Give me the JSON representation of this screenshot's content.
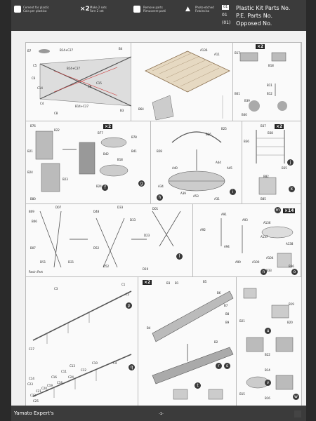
{
  "header": {
    "blocks": [
      {
        "mark": "◎",
        "lines": [
          "Cement for plastic",
          "Cola per plastica"
        ]
      },
      {
        "mark": "×2",
        "lines": [
          "Make 2 sets",
          "Fare 2 set"
        ]
      },
      {
        "mark": "⊡",
        "lines": [
          "Remove parts",
          "Rimuovere parti"
        ]
      },
      {
        "mark": "▲",
        "lines": [
          "Photo-etched",
          "Fotoinciso"
        ]
      }
    ],
    "legend": [
      {
        "key": "01",
        "label": "Plastic Kit Parts No."
      },
      {
        "key": "01",
        "label": "P.E. Parts No."
      },
      {
        "key": "(01)",
        "label": "Opposed No."
      }
    ]
  },
  "panels": {
    "p1": {
      "labels": [
        "B7",
        "B14+C27",
        "C5",
        "C6",
        "B14+C27",
        "C14",
        "C15",
        "C9",
        "C4",
        "B14+C27",
        "B4",
        "B3",
        "C8"
      ]
    },
    "p2": {
      "labels": [
        "A136",
        "A11",
        "B64"
      ]
    },
    "p3": {
      "labels": [
        "B17",
        "B18",
        "B39",
        "B40",
        "B11",
        "B12",
        "B61"
      ]
    },
    "p4": {
      "labels": [
        "B76",
        "B21",
        "B22",
        "B24",
        "B23",
        "B80",
        "B77",
        "B78",
        "B41",
        "B42",
        "B18",
        "B24"
      ],
      "steps": [
        "f",
        "g"
      ]
    },
    "p5": {
      "labels": [
        "B25",
        "B26",
        "B28",
        "A40",
        "A44",
        "A45",
        "A34",
        "A39",
        "A53",
        "A31"
      ],
      "steps": [
        "h",
        "i"
      ]
    },
    "p6": {
      "labels": [
        "B37",
        "B38",
        "B36",
        "B35",
        "B82",
        "B85"
      ],
      "steps": [
        "j",
        "k"
      ]
    },
    "p7": {
      "labels": [
        "B09",
        "D07",
        "D48",
        "D33",
        "D01",
        "B06",
        "D52",
        "D23",
        "B07",
        "D51",
        "D21",
        "D52",
        "D19",
        "D33",
        "Resin Part"
      ],
      "steps": [
        "l"
      ]
    },
    "p8": {
      "labels": [
        "A91",
        "A92",
        "A93",
        "A94",
        "A99",
        "A100",
        "A104",
        "A136",
        "A137",
        "A138",
        "B36",
        "B33"
      ],
      "steps": [
        "m",
        "n",
        "o"
      ]
    },
    "p9": {
      "labels": [
        "C3",
        "C1",
        "C2",
        "C17",
        "C13",
        "C10",
        "C4",
        "C14",
        "C11",
        "C12",
        "C16",
        "C18",
        "C19",
        "C20",
        "C21",
        "C22",
        "C23",
        "C24",
        "C25"
      ],
      "steps": [
        "p",
        "q"
      ]
    },
    "p10": {
      "labels": [
        "B3",
        "B1",
        "B5",
        "B6",
        "B7",
        "B8",
        "B9",
        "B4",
        "B2"
      ],
      "steps": [
        "r",
        "s",
        "t"
      ]
    },
    "p11": {
      "labels": [
        "B19",
        "B20",
        "B21",
        "B22",
        "B14",
        "B15",
        "B16"
      ],
      "steps": [
        "u",
        "v",
        "w"
      ]
    }
  },
  "footer": {
    "brand": "Yamato Expert's",
    "page": "-1-"
  }
}
